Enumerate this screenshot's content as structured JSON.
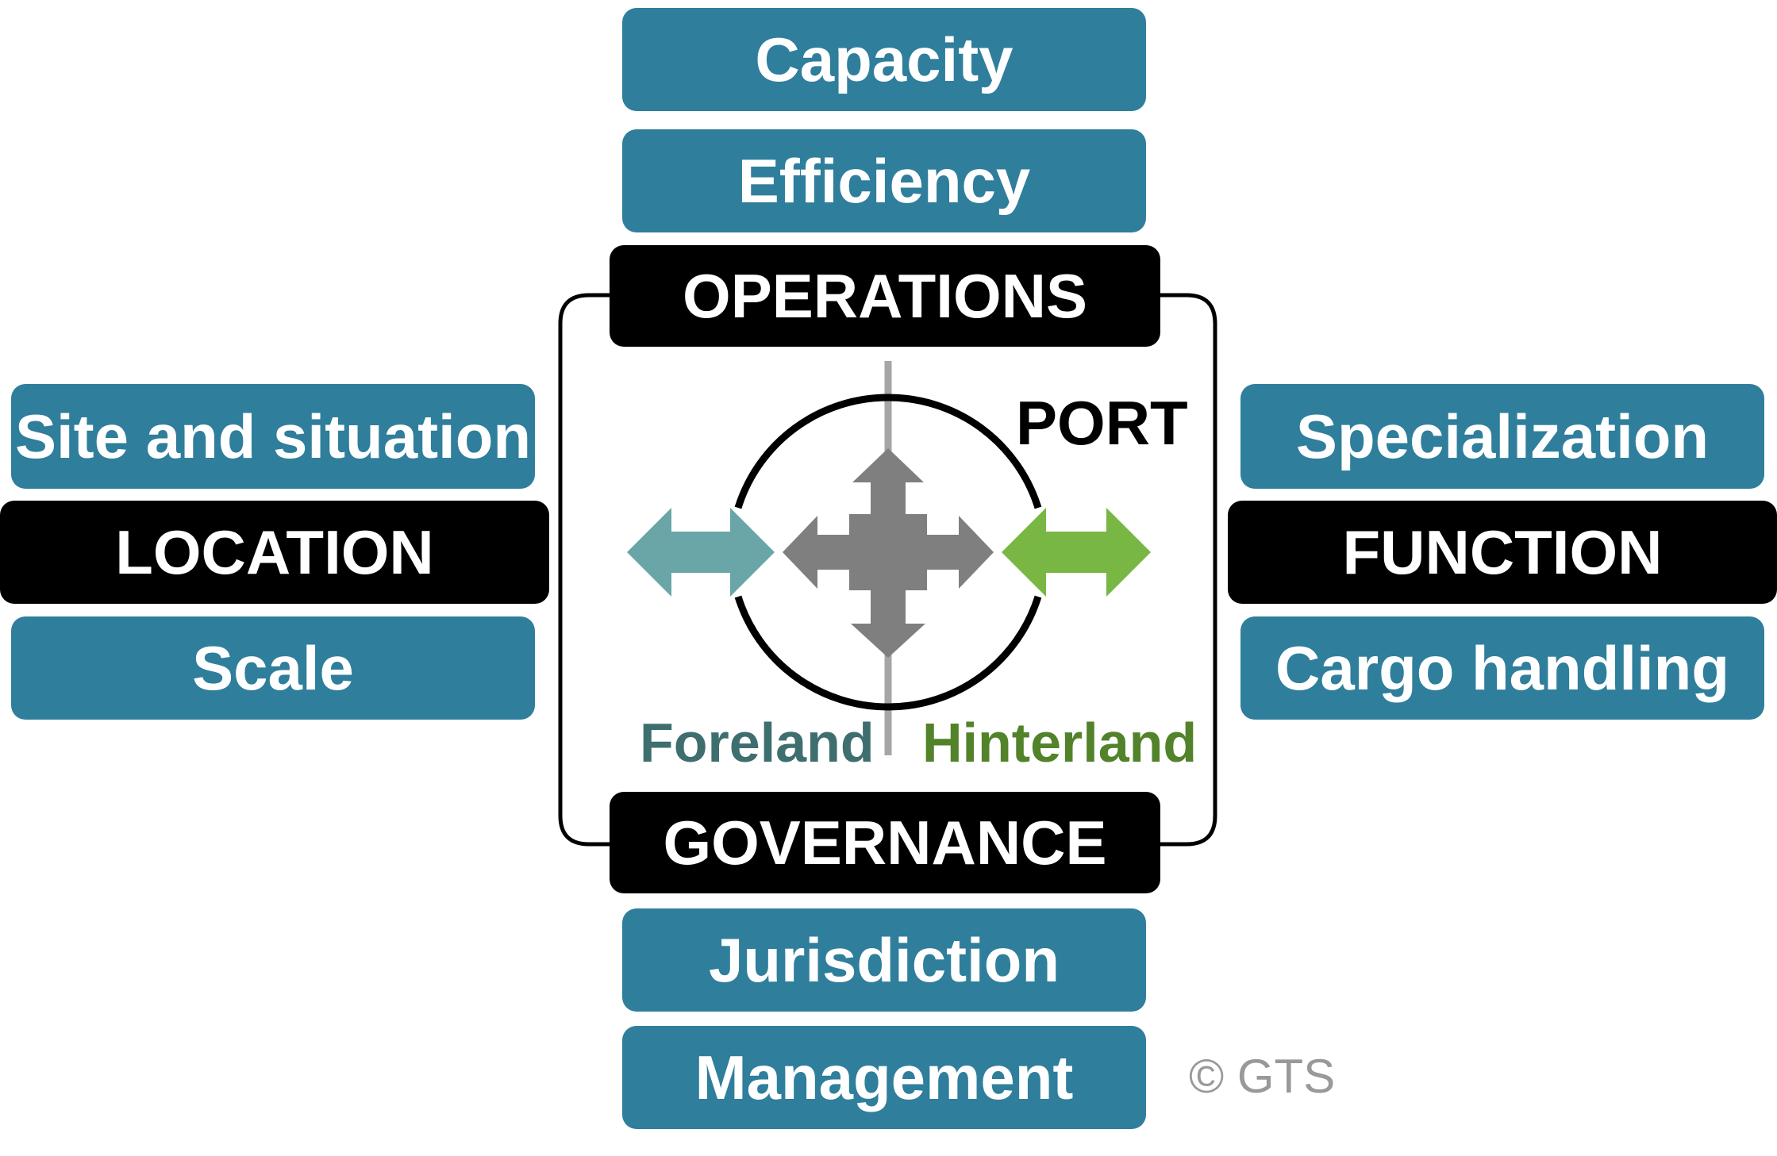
{
  "colors": {
    "teal_box": "#2f7e9c",
    "black_box": "#000000",
    "foreland_arrow": "#6aa6a8",
    "hinterland_arrow": "#78b743",
    "center_arrows": "#7f7f7f",
    "foreland_text": "#3f6e6e",
    "hinterland_text": "#52822a",
    "copyright_text": "#999999"
  },
  "operations": {
    "title": "OPERATIONS",
    "items": [
      "Capacity",
      "Efficiency"
    ]
  },
  "governance": {
    "title": "GOVERNANCE",
    "items": [
      "Jurisdiction",
      "Management"
    ]
  },
  "location": {
    "title": "LOCATION",
    "items": [
      "Site and situation",
      "Scale"
    ]
  },
  "function": {
    "title": "FUNCTION",
    "items": [
      "Specialization",
      "Cargo handling"
    ]
  },
  "center": {
    "port_label": "PORT",
    "foreland_label": "Foreland",
    "hinterland_label": "Hinterland",
    "icons": [
      "foreland-double-arrow-icon",
      "four-way-arrow-icon",
      "hinterland-double-arrow-icon",
      "port-circle-icon"
    ]
  },
  "copyright": "© GTS"
}
